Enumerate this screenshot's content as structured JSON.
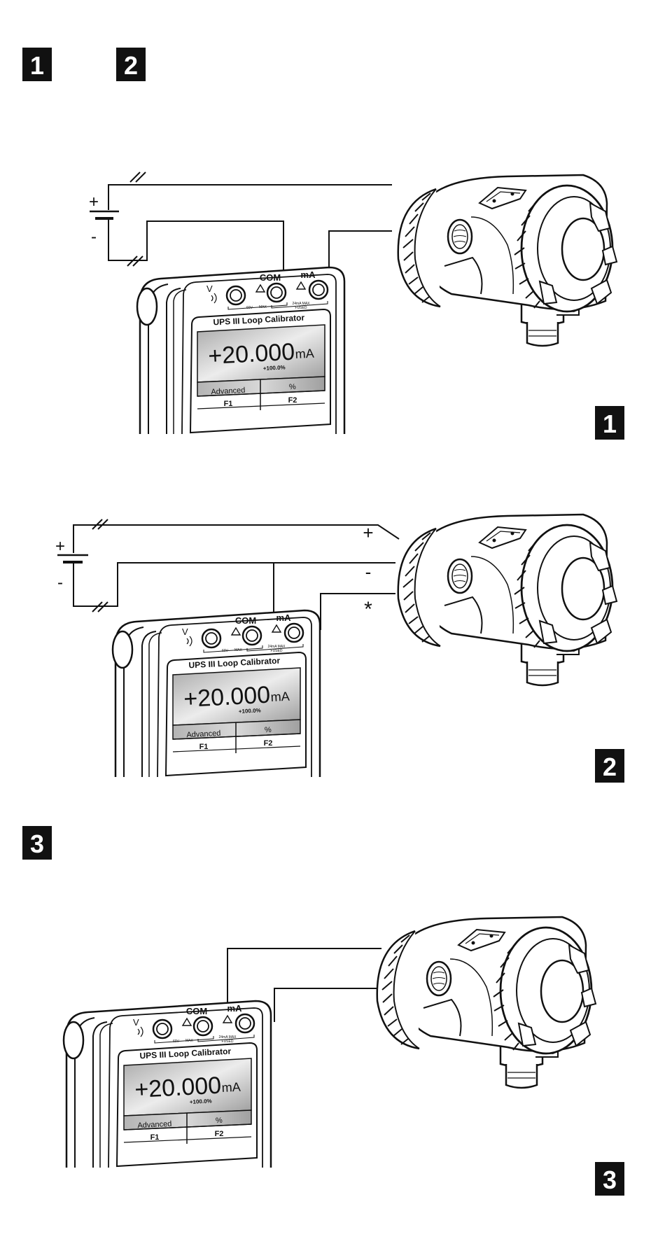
{
  "badges": {
    "one": "1",
    "two": "2",
    "three": "3"
  },
  "calibrator": {
    "name": "UPS III  Loop Calibrator",
    "com_label": "COM",
    "ma_label": "mA",
    "v_label": "V",
    "reading": "+20.000",
    "unit": "mA",
    "percent": "+100.0%",
    "softkey1": "Advanced",
    "softkey2": "%",
    "f1": "F1",
    "f2": "F2",
    "v_rating": "60V",
    "max_label": "MAX",
    "ma_rating": "24mA MAX",
    "fused_label": "FUSED"
  },
  "supply": {
    "plus": "+",
    "minus": "-"
  },
  "terminals": {
    "plus": "+",
    "minus": "-",
    "test": "*"
  },
  "colors": {
    "ink": "#111111",
    "badge_bg": "#111111",
    "badge_text": "#ffffff",
    "screen_light": "#e6e6e6",
    "screen_dark": "#8e8e8e"
  }
}
